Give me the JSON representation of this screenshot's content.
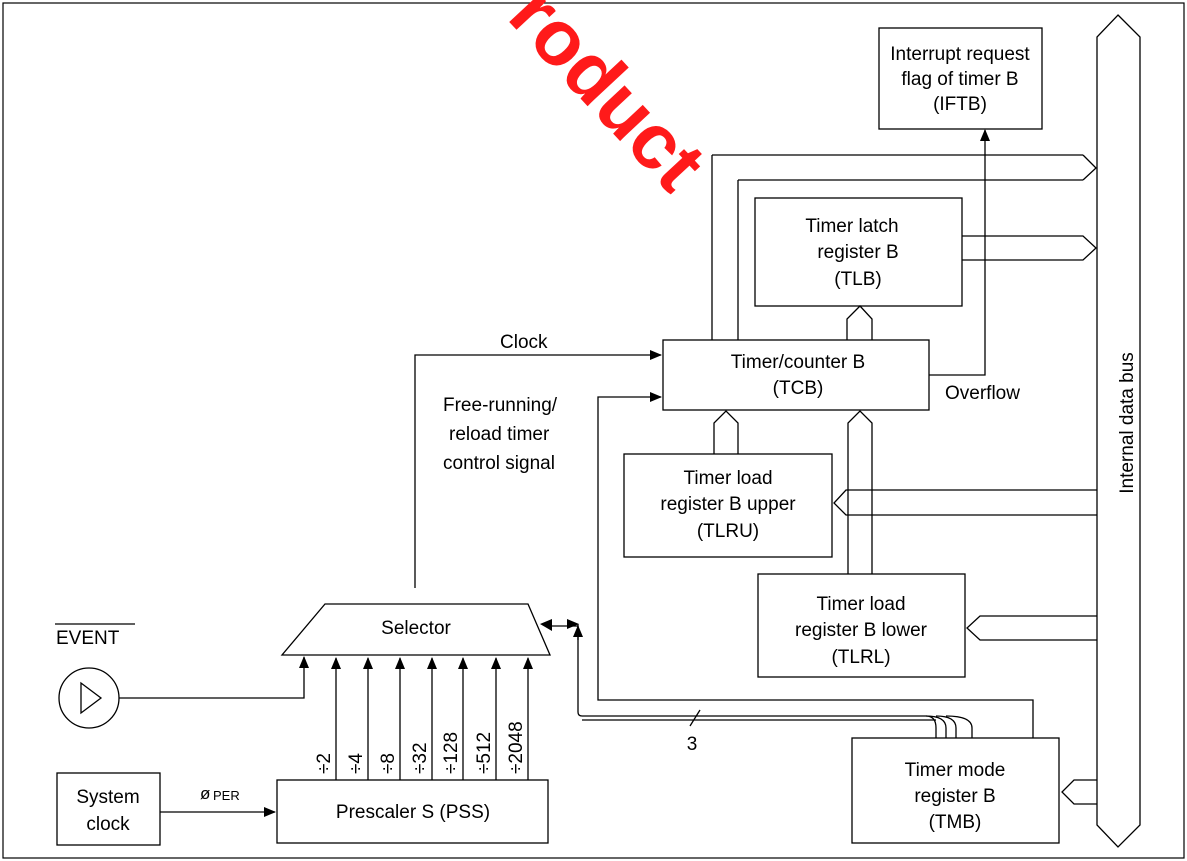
{
  "watermark": "Product",
  "blocks": {
    "iftb": {
      "lines": [
        "Interrupt request",
        "flag of timer B",
        "(IFTB)"
      ]
    },
    "tlb": {
      "lines": [
        "Timer latch",
        "register B",
        "(TLB)"
      ]
    },
    "tcb": {
      "lines": [
        "Timer/counter B",
        "(TCB)"
      ]
    },
    "tlru": {
      "lines": [
        "Timer load",
        "register B upper",
        "(TLRU)"
      ]
    },
    "tlrl": {
      "lines": [
        "Timer load",
        "register B lower",
        "(TLRL)"
      ]
    },
    "tmb": {
      "lines": [
        "Timer mode",
        "register B",
        "(TMB)"
      ]
    },
    "selector": {
      "label": "Selector"
    },
    "pss": {
      "label": "Prescaler S (PSS)"
    },
    "sysclk": {
      "lines": [
        "System",
        "clock"
      ]
    }
  },
  "signals": {
    "clock": "Clock",
    "overflow": "Overflow",
    "control": [
      "Free-running/",
      "reload timer",
      "control signal"
    ],
    "event": "EVENT",
    "phi": "ø",
    "phi_sub": "PER",
    "bus_width": "3",
    "bus": "Internal data bus"
  },
  "dividers": [
    "÷2",
    "÷4",
    "÷8",
    "÷32",
    "÷128",
    "÷512",
    "÷2048"
  ]
}
